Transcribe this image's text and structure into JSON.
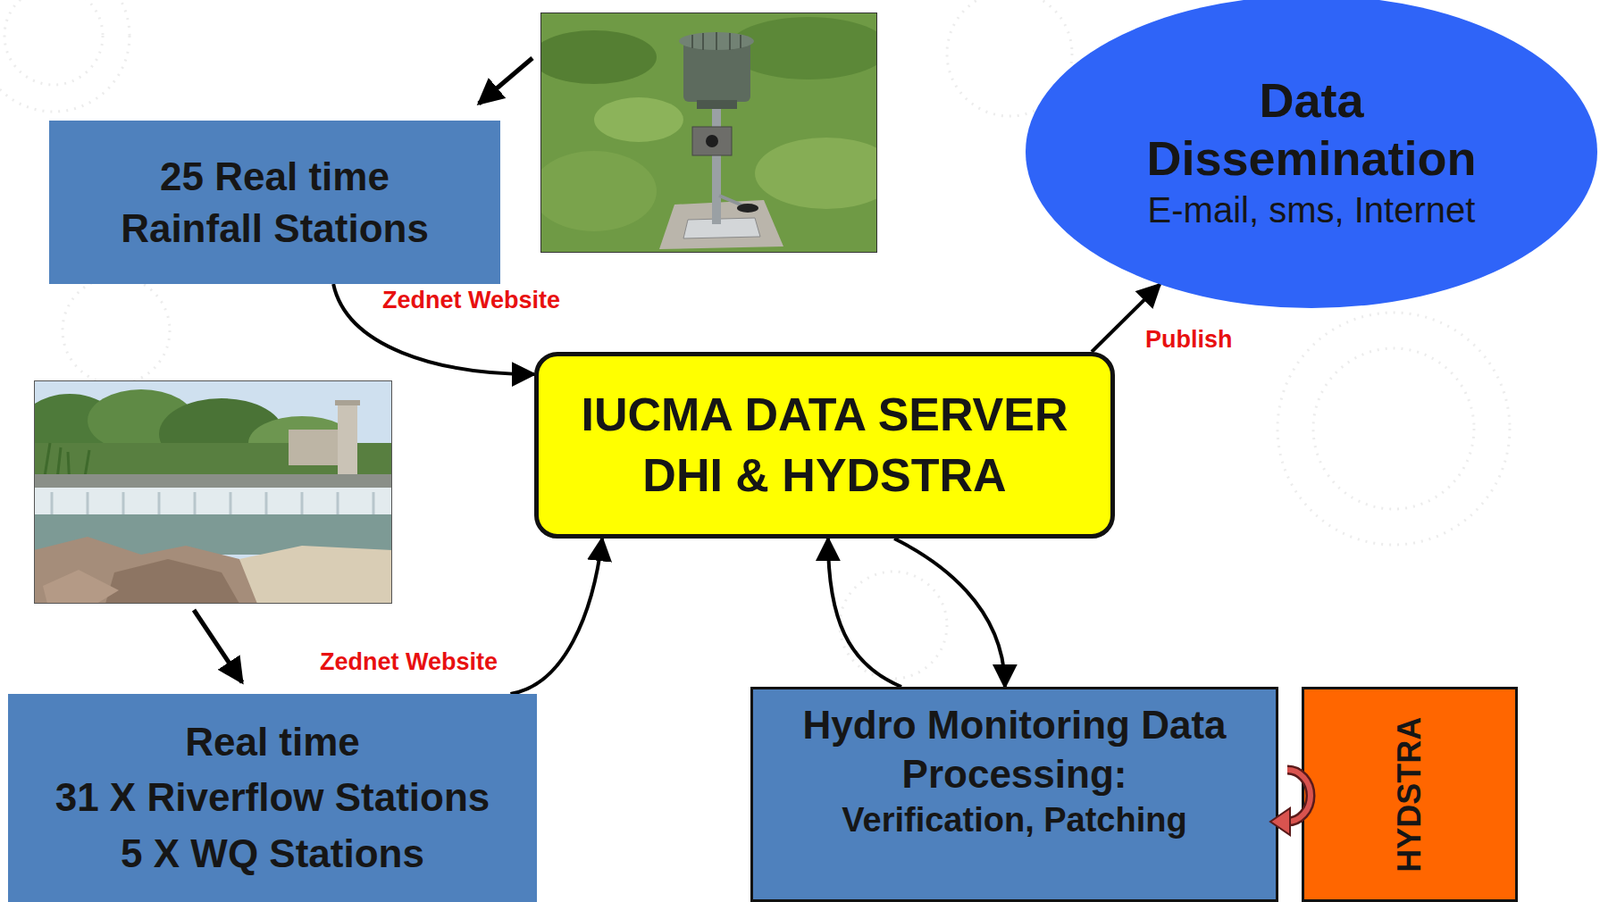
{
  "diagram": {
    "nodes": [
      {
        "text": [
          "25 Real time Rainfall Stations"
        ]
      },
      {
        "text": [
          "Data Dissemination",
          "E-mail, sms, Internet"
        ]
      },
      {
        "text": [
          "IUCMA DATA SERVER DHI & HYDSTRA"
        ]
      },
      {
        "text": [
          "Real time",
          "31 X Riverflow Stations",
          "5 X WQ Stations"
        ]
      },
      {
        "text": [
          "Hydro Monitoring Data Processing:",
          "Verification, Patching"
        ]
      },
      {
        "text": [
          "HYDSTRA"
        ]
      }
    ],
    "edges": [
      {
        "from": 0,
        "to": 2,
        "label": "Zednet Website",
        "arrow": "to"
      },
      {
        "from": 3,
        "to": 2,
        "label": "Zednet Website",
        "arrow": "to"
      },
      {
        "from": 2,
        "to": 1,
        "label": "Publish",
        "arrow": "to"
      },
      {
        "from": 4,
        "to": 2,
        "arrow": "to"
      },
      {
        "from": 2,
        "to": 4,
        "arrow": "to"
      }
    ]
  }
}
